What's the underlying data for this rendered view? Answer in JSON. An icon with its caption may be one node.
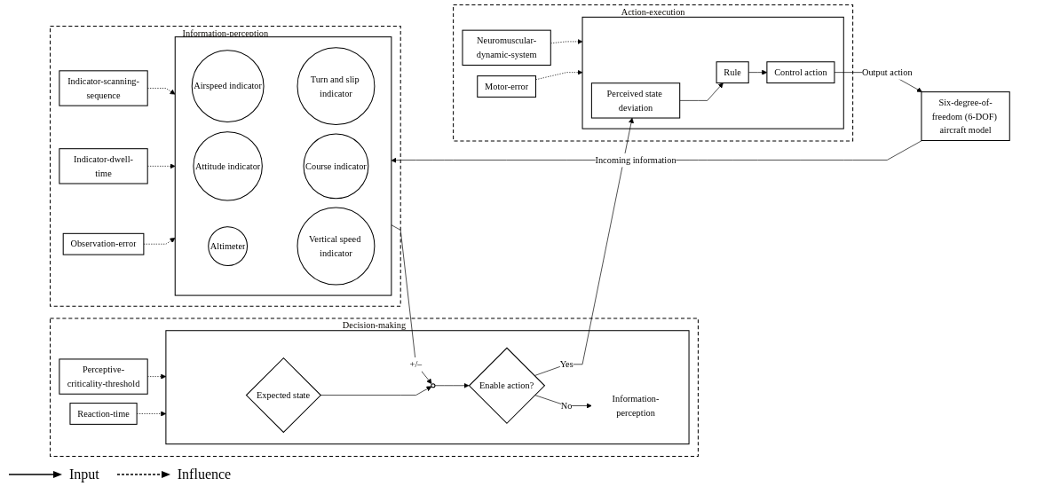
{
  "diagram": {
    "nodes": [
      {
        "text": [
          "Six-degree-of-freedom (6-DOF) aircraft model"
        ]
      },
      {
        "text": [
          "Information-perception"
        ]
      },
      {
        "text": [
          "Indicator-scanning-sequence"
        ],
        "in": 1
      },
      {
        "text": [],
        "shape": "box",
        "in": 1
      },
      {
        "text": [
          "Airspeed indicator"
        ],
        "in": 3
      },
      {
        "text": [
          "Attitude indicator"
        ],
        "in": 3
      },
      {
        "text": [
          "Altimeter"
        ],
        "in": 3
      },
      {
        "text": [
          "Turn and slip indicator"
        ],
        "in": 3
      },
      {
        "text": [
          "Course indicator"
        ],
        "in": 3
      },
      {
        "text": [
          "Vertical speed indicator"
        ],
        "in": 3
      },
      {
        "text": [
          "Indicator-dwell-time"
        ],
        "in": 1
      },
      {
        "text": [
          "Observation-error"
        ],
        "in": 1
      },
      {
        "text": [
          "Decision-making"
        ]
      },
      {
        "text": [
          "Perceptive-criticality-threshold"
        ],
        "in": 12
      },
      {
        "text": [],
        "shape": "box",
        "in": 12
      },
      {
        "text": [
          "Expected state"
        ],
        "in": 14
      },
      {
        "text": [],
        "shape": "circle",
        "in": 14
      },
      {
        "text": [
          "Enable action?"
        ],
        "in": 14
      },
      {
        "text": [
          "Information-perception"
        ],
        "in": 14
      },
      {
        "text": [
          "Reaction-time"
        ],
        "in": 12
      },
      {
        "text": [
          "Action-execution"
        ]
      },
      {
        "text": [
          "Neuromuscular-dynamic-system"
        ],
        "in": 20
      },
      {
        "text": [],
        "shape": "box",
        "in": 20
      },
      {
        "text": [
          "Rule"
        ],
        "in": 22
      },
      {
        "text": [
          "Perceived state deviation"
        ],
        "in": 22
      },
      {
        "text": [
          "Control action"
        ],
        "in": 22
      },
      {
        "text": [
          "Motor-error"
        ],
        "in": 20
      }
    ],
    "edges": [
      {
        "from": 0,
        "to": 3,
        "arrow": "to",
        "label": "Incoming information"
      },
      {
        "from": 2,
        "to": 3,
        "arrow": "to",
        "style": "dashed"
      },
      {
        "from": 10,
        "to": 3,
        "arrow": "to",
        "style": "dashed"
      },
      {
        "from": 11,
        "to": 3,
        "arrow": "to",
        "style": "dashed"
      },
      {
        "from": 3,
        "to": 16,
        "arrow": "to",
        "label": "+/–"
      },
      {
        "from": 15,
        "to": 16,
        "arrow": "to"
      },
      {
        "from": 16,
        "to": 17,
        "arrow": "to"
      },
      {
        "from": 17,
        "to": 18,
        "arrow": "to",
        "label": "No"
      },
      {
        "from": 13,
        "to": 14,
        "arrow": "to",
        "style": "dashed"
      },
      {
        "from": 19,
        "to": 14,
        "arrow": "to",
        "style": "dashed"
      },
      {
        "from": 17,
        "to": 24,
        "arrow": "to",
        "label": "Yes"
      },
      {
        "from": 24,
        "to": 23,
        "arrow": "to"
      },
      {
        "from": 23,
        "to": 25,
        "arrow": "to"
      },
      {
        "from": 21,
        "to": 22,
        "arrow": "to",
        "style": "dashed"
      },
      {
        "from": 26,
        "to": 22,
        "arrow": "to",
        "style": "dashed"
      },
      {
        "from": 25,
        "to": 0,
        "arrow": "to",
        "label": "Output action"
      }
    ],
    "legend": [
      {
        "text": "Input"
      },
      {
        "text": "Influence"
      }
    ]
  }
}
